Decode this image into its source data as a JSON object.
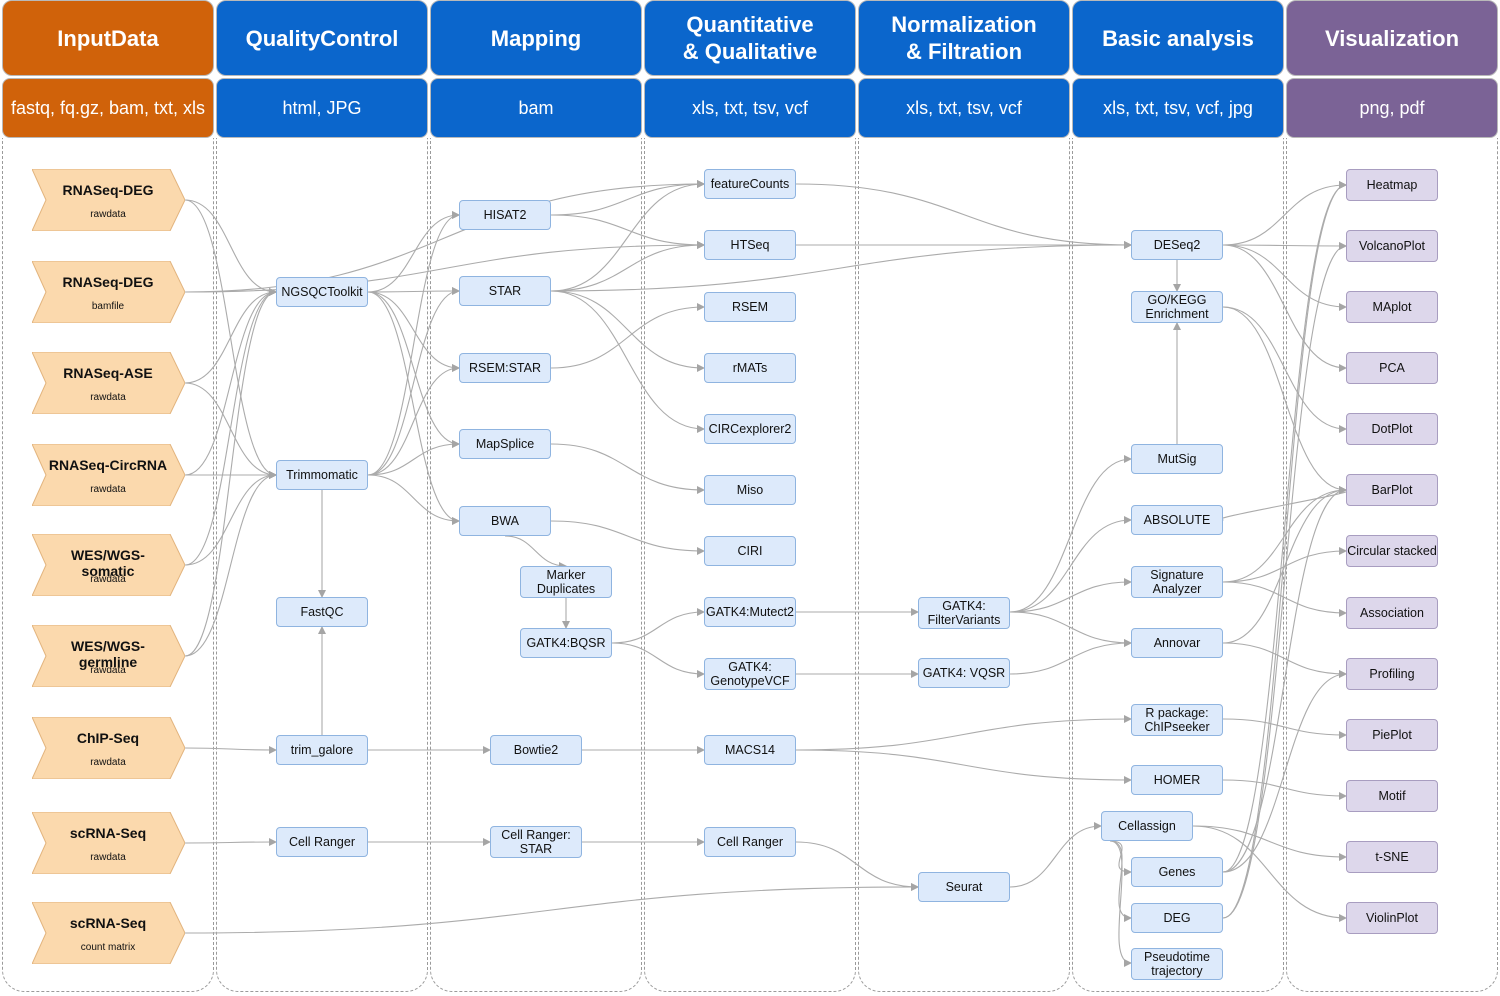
{
  "columns": [
    {
      "title": "InputData",
      "formats": "fastq, fq.gz, bam, txt, xls"
    },
    {
      "title": "QualityControl",
      "formats": "html, JPG"
    },
    {
      "title": "Mapping",
      "formats": "bam"
    },
    {
      "title": "Quantitative\n& Qualitative",
      "formats": "xls, txt, tsv, vcf"
    },
    {
      "title": "Normalization\n& Filtration",
      "formats": "xls, txt, tsv, vcf"
    },
    {
      "title": "Basic analysis",
      "formats": "xls, txt, tsv, vcf, jpg"
    },
    {
      "title": "Visualization",
      "formats": "png, pdf"
    }
  ],
  "colors": {
    "input_header": "#d0620a",
    "tool_header": "#0b66cc",
    "visual_header": "#7b6396",
    "input_node": "#fbd9ad",
    "tool_node": "#ddeafb",
    "visual_node": "#ddd7eb"
  },
  "inputs": [
    {
      "title": "RNASeq-DEG",
      "sub": "rawdata"
    },
    {
      "title": "RNASeq-DEG",
      "sub": "bamfile"
    },
    {
      "title": "RNASeq-ASE",
      "sub": "rawdata"
    },
    {
      "title": "RNASeq-CircRNA",
      "sub": "rawdata"
    },
    {
      "title": "WES/WGS-somatic",
      "sub": "rawdata"
    },
    {
      "title": "WES/WGS-germline",
      "sub": "rawdata"
    },
    {
      "title": "ChIP-Seq",
      "sub": "rawdata"
    },
    {
      "title": "scRNA-Seq",
      "sub": "rawdata"
    },
    {
      "title": "scRNA-Seq",
      "sub": "count matrix"
    }
  ],
  "qc": {
    "ngsqc": "NGSQCToolkit",
    "trimmomatic": "Trimmomatic",
    "fastqc": "FastQC",
    "trim_galore": "trim_galore",
    "cellranger": "Cell Ranger"
  },
  "mapping": {
    "hisat2": "HISAT2",
    "star": "STAR",
    "rsemstar": "RSEM:STAR",
    "mapsplice": "MapSplice",
    "bwa": "BWA",
    "markdup": "Marker\nDuplicates",
    "bqsr": "GATK4:BQSR",
    "bowtie2": "Bowtie2",
    "crstar": "Cell Ranger:\nSTAR"
  },
  "quant": {
    "featurecounts": "featureCounts",
    "htseq": "HTSeq",
    "rsem": "RSEM",
    "rmats": "rMATs",
    "circexplorer": "CIRCexplorer2",
    "miso": "Miso",
    "ciri": "CIRI",
    "mutect2": "GATK4:Mutect2",
    "genotypevcf": "GATK4:\nGenotypeVCF",
    "macs": "MACS14",
    "cellranger": "Cell Ranger"
  },
  "norm": {
    "filtervariants": "GATK4:\nFilterVariants",
    "vqsr": "GATK4: VQSR",
    "seurat": "Seurat"
  },
  "basic": {
    "deseq2": "DESeq2",
    "gokegg": "GO/KEGG\nEnrichment",
    "mutsig": "MutSig",
    "absolute": "ABSOLUTE",
    "signature": "Signature\nAnalyzer",
    "annovar": "Annovar",
    "chipseeker": "R package:\nChIPseeker",
    "homer": "HOMER",
    "cellassign": "Cellassign",
    "genes": "Genes",
    "deg": "DEG",
    "pseudotime": "Pseudotime\ntrajectory"
  },
  "visual": [
    "Heatmap",
    "VolcanoPlot",
    "MAplot",
    "PCA",
    "DotPlot",
    "BarPlot",
    "Circular stacked",
    "Association",
    "Profiling",
    "PiePlot",
    "Motif",
    "t-SNE",
    "ViolinPlot"
  ]
}
